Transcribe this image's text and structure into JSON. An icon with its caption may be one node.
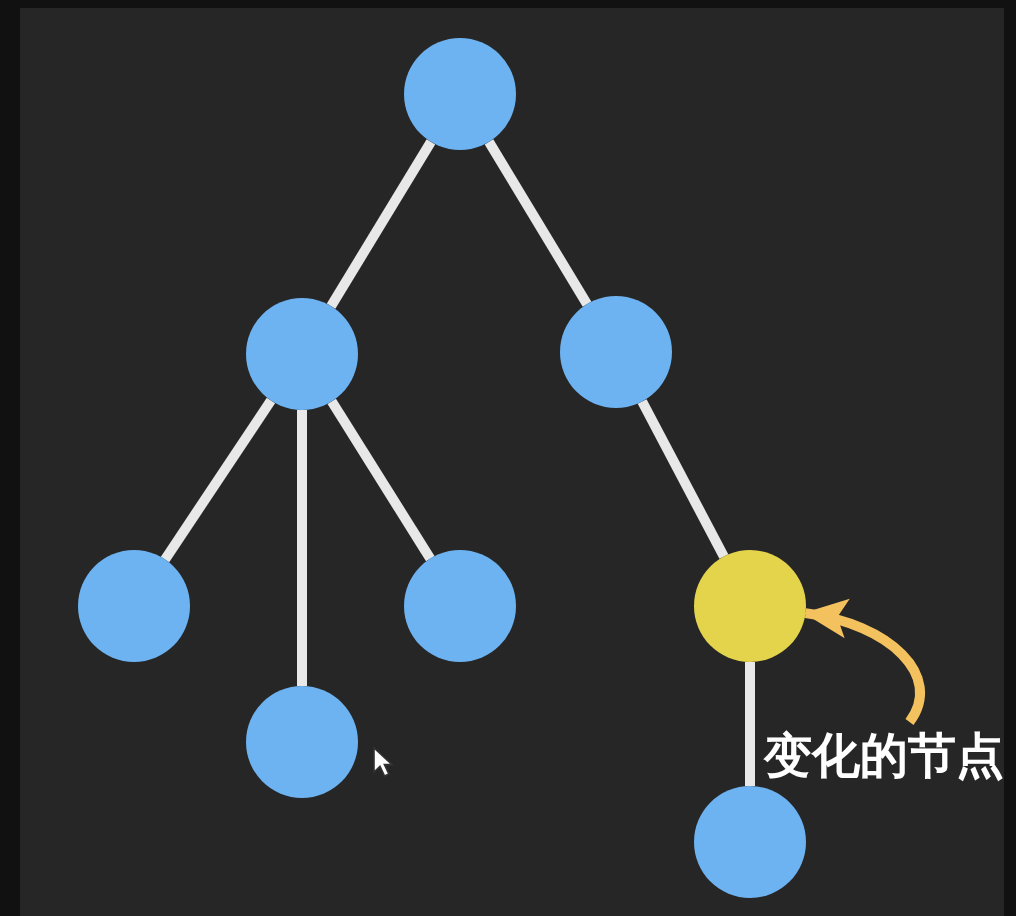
{
  "diagram": {
    "nodes": [
      {
        "text": [],
        "shape": "circle"
      },
      {
        "text": [],
        "shape": "circle"
      },
      {
        "text": [],
        "shape": "circle"
      },
      {
        "text": [],
        "shape": "circle"
      },
      {
        "text": [],
        "shape": "circle"
      },
      {
        "text": [],
        "shape": "circle"
      },
      {
        "text": [],
        "shape": "circle"
      },
      {
        "text": [],
        "shape": "circle"
      },
      {
        "text": [
          "变化的节点"
        ]
      }
    ],
    "edges": [
      {
        "from": 0,
        "to": 1,
        "arrow": "none"
      },
      {
        "from": 0,
        "to": 2,
        "arrow": "none"
      },
      {
        "from": 1,
        "to": 3,
        "arrow": "none"
      },
      {
        "from": 1,
        "to": 4,
        "arrow": "none"
      },
      {
        "from": 1,
        "to": 5,
        "arrow": "none"
      },
      {
        "from": 2,
        "to": 6,
        "arrow": "none"
      },
      {
        "from": 6,
        "to": 7,
        "arrow": "none"
      },
      {
        "from": 8,
        "to": 6,
        "arrow": "to",
        "color": "#f3c25e"
      }
    ]
  }
}
